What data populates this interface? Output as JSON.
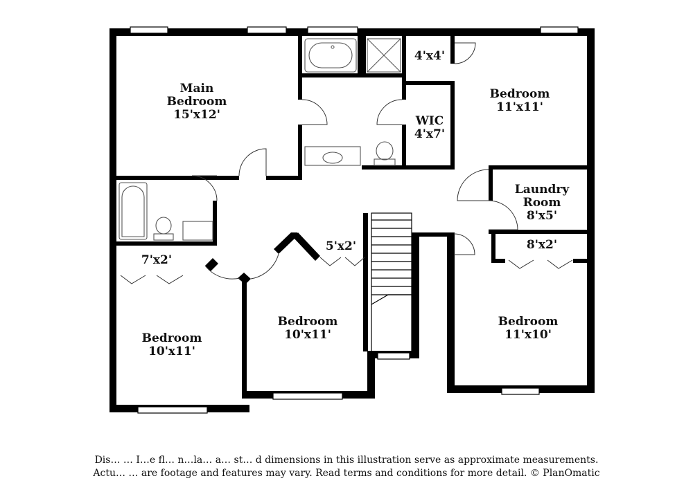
{
  "rooms": {
    "main_bedroom": {
      "line1": "Main",
      "line2": "Bedroom",
      "dims": "15'x12'"
    },
    "bedroom_ne": {
      "name": "Bedroom",
      "dims": "11'x11'"
    },
    "closet_4x4": {
      "dims": "4'x4'"
    },
    "wic": {
      "name": "WIC",
      "dims": "4'x7'"
    },
    "laundry": {
      "line1": "Laundry",
      "line2": "Room",
      "dims": "8'x5'"
    },
    "closet_8x2": {
      "dims": "8'x2'"
    },
    "closet_5x2": {
      "dims": "5'x2'"
    },
    "closet_7x2": {
      "dims": "7'x2'"
    },
    "bedroom_sw": {
      "name": "Bedroom",
      "dims": "10'x11'"
    },
    "bedroom_sc": {
      "name": "Bedroom",
      "dims": "10'x11'"
    },
    "bedroom_se": {
      "name": "Bedroom",
      "dims": "11'x10'"
    }
  },
  "disclaimer": {
    "line1": "Dis… … I…e fl… n…la… a… st… d dimensions in this illustration serve as approximate measurements.",
    "line2": "Actu… … are footage and features may vary. Read terms and conditions for more detail. © PlanOmatic"
  },
  "colors": {
    "wall": "#000000",
    "fixture": "#555555",
    "background": "#ffffff"
  }
}
